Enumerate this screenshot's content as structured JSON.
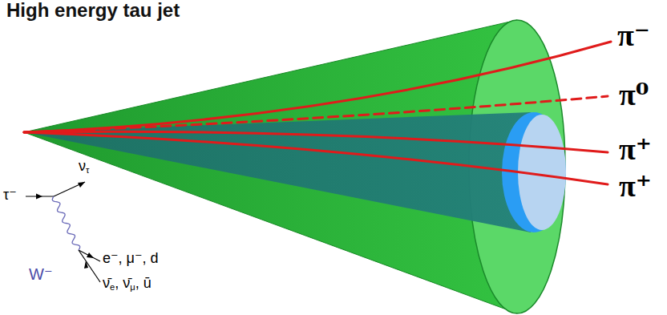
{
  "diagram": {
    "title": "High energy tau jet",
    "labels": [
      "π⁻",
      "π⁰",
      "π⁺",
      "π⁺",
      "ντ",
      "τ⁻",
      "e⁻, μ⁻, d",
      "W⁻",
      "ν̄e, ν̄μ, ū"
    ]
  }
}
